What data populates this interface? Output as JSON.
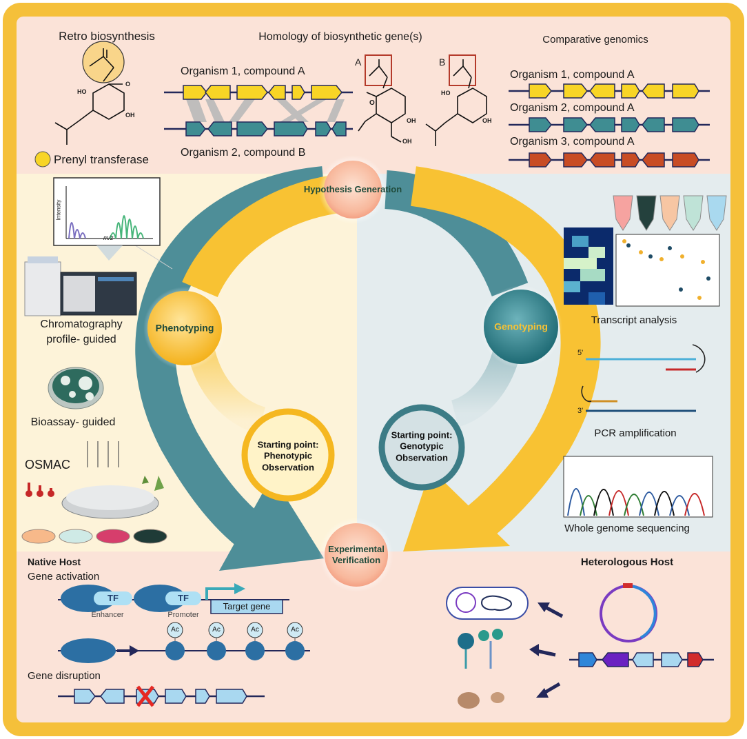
{
  "top": {
    "retro_title": "Retro biosynthesis",
    "prenyl_label": "Prenyl transferase",
    "homology_title": "Homology of biosynthetic gene(s)",
    "homology_org1": "Organism 1, compound A",
    "homology_org2": "Organism 2, compound B",
    "label_a": "A",
    "label_b": "B",
    "comparative_title": "Comparative genomics",
    "cg_org1": "Organism 1, compound A",
    "cg_org2": "Organism 2, compound A",
    "cg_org3": "Organism 3, compound A"
  },
  "chem": {
    "ho": "HO",
    "oh": "OH",
    "o": "O"
  },
  "cycle": {
    "hypothesis": "Hypothesis Generation",
    "phenotyping": "Phenotyping",
    "genotyping": "Genotyping",
    "start_pheno": "Starting point: Phenotypic Observation",
    "start_geno": "Starting point: Genotypic Observation",
    "verification": "Experimental Verification"
  },
  "left": {
    "ms_xlabel": "m/z",
    "ms_ylabel": "Intensity",
    "chrom_line1": "Chromatography",
    "chrom_line2": "profile- guided",
    "bioassay": "Bioassay- guided",
    "osmac": "OSMAC"
  },
  "right": {
    "transcript": "Transcript analysis",
    "pcr": "PCR amplification",
    "five_prime": "5'",
    "three_prime": "3'",
    "wgs": "Whole genome sequencing"
  },
  "bottom_left": {
    "native_host": "Native Host",
    "gene_activation": "Gene activation",
    "tf": "TF",
    "enhancer": "Enhancer",
    "promoter": "Promoter",
    "target_gene": "Target gene",
    "ac": "Ac",
    "gene_disruption": "Gene disruption"
  },
  "bottom_right": {
    "heterologous_host": "Heterologous Host"
  },
  "colors": {
    "frame": "#f5c03a",
    "top_bg": "#fbe3d8",
    "left_bg": "#fdf3d9",
    "right_bg": "#e4ecee",
    "teal": "#4e8e98",
    "teal_dark": "#2a6b74",
    "yellow": "#f8c233",
    "gene_yellow": "#f8d526",
    "gene_teal": "#3f8d92",
    "gene_orange": "#c84c24",
    "navy": "#23285a"
  }
}
